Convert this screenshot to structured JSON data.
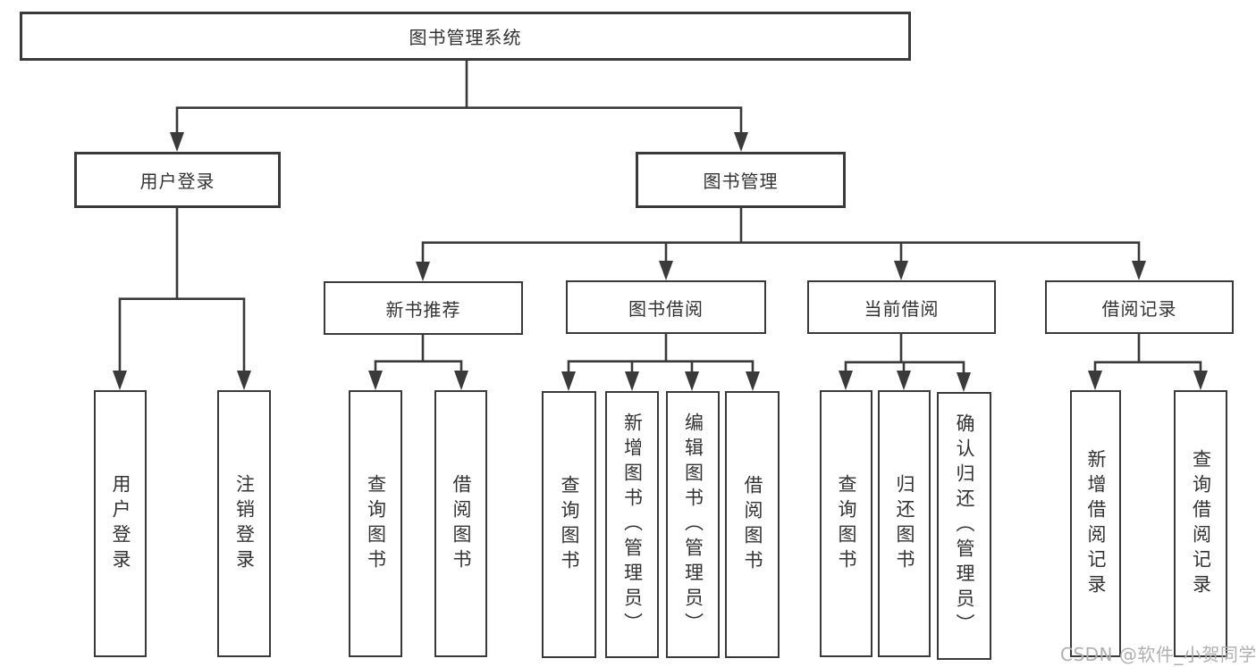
{
  "tree": {
    "label": "图书管理系统",
    "children": [
      {
        "label": "用户登录",
        "children": [
          {
            "label": "用户登录"
          },
          {
            "label": "注销登录"
          }
        ]
      },
      {
        "label": "图书管理",
        "children": [
          {
            "label": "新书推荐",
            "children": [
              {
                "label": "查询图书"
              },
              {
                "label": "借阅图书"
              }
            ]
          },
          {
            "label": "图书借阅",
            "children": [
              {
                "label": "查询图书"
              },
              {
                "label": "新增图书（管理员）"
              },
              {
                "label": "编辑图书（管理员）"
              },
              {
                "label": "借阅图书"
              }
            ]
          },
          {
            "label": "当前借阅",
            "children": [
              {
                "label": "查询图书"
              },
              {
                "label": "归还图书"
              },
              {
                "label": "确认归还（管理员）"
              }
            ]
          },
          {
            "label": "借阅记录",
            "children": [
              {
                "label": "新增借阅记录"
              },
              {
                "label": "查询借阅记录"
              }
            ]
          }
        ]
      }
    ]
  },
  "watermark": {
    "text": "CSDN @软件_小贺同学"
  },
  "colors": {
    "line": "#3a3a3a",
    "box_border": "#3a3a3a",
    "text": "#333333",
    "watermark": "#b0b0b0",
    "background": "#ffffff"
  }
}
